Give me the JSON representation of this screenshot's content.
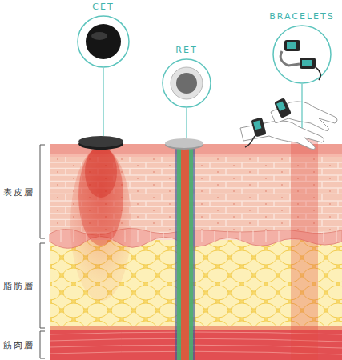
{
  "diagram": {
    "nodes": [
      {
        "text": [
          "CET"
        ]
      },
      {
        "text": [
          "RET"
        ]
      },
      {
        "text": [
          "BRACELETS"
        ]
      }
    ],
    "labels": [
      "表皮層",
      "脂肪層",
      "筋肉層"
    ]
  }
}
